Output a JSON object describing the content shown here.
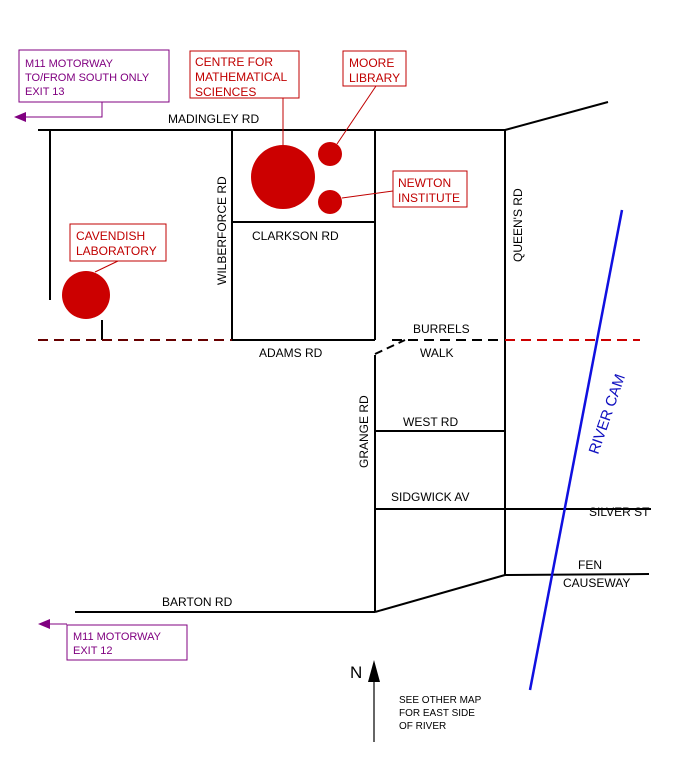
{
  "colors": {
    "road": "#000000",
    "building": "#cc0000",
    "building_box": "#c00000",
    "motorway_box": "#800080",
    "river": "#1010e0",
    "path_red_dashed": "#cc0000"
  },
  "roads": {
    "madingley": "MADINGLEY RD",
    "wilberforce": "WILBERFORCE RD",
    "clarkson": "CLARKSON RD",
    "queens": "QUEEN'S RD",
    "burrels": "BURRELS",
    "walk": "WALK",
    "adams": "ADAMS RD",
    "grange": "GRANGE RD",
    "west": "WEST RD",
    "sidgwick": "SIDGWICK AV",
    "silver": "SILVER ST",
    "fen": "FEN",
    "causeway": "CAUSEWAY",
    "barton": "BARTON  RD"
  },
  "buildings": {
    "cms": [
      "CENTRE FOR",
      "MATHEMATICAL",
      "SCIENCES"
    ],
    "moore": [
      "MOORE",
      "LIBRARY"
    ],
    "newton": [
      "NEWTON",
      "INSTITUTE"
    ],
    "cavendish": [
      "CAVENDISH",
      "LABORATORY"
    ]
  },
  "motorways": {
    "exit13": [
      "M11  MOTORWAY",
      "TO/FROM SOUTH ONLY",
      "EXIT  13"
    ],
    "exit12": [
      "M11  MOTORWAY",
      "EXIT 12"
    ]
  },
  "river": {
    "name": "RIVER CAM"
  },
  "north": {
    "label": "N"
  },
  "note": [
    "SEE OTHER MAP",
    "FOR EAST SIDE",
    "OF RIVER"
  ]
}
